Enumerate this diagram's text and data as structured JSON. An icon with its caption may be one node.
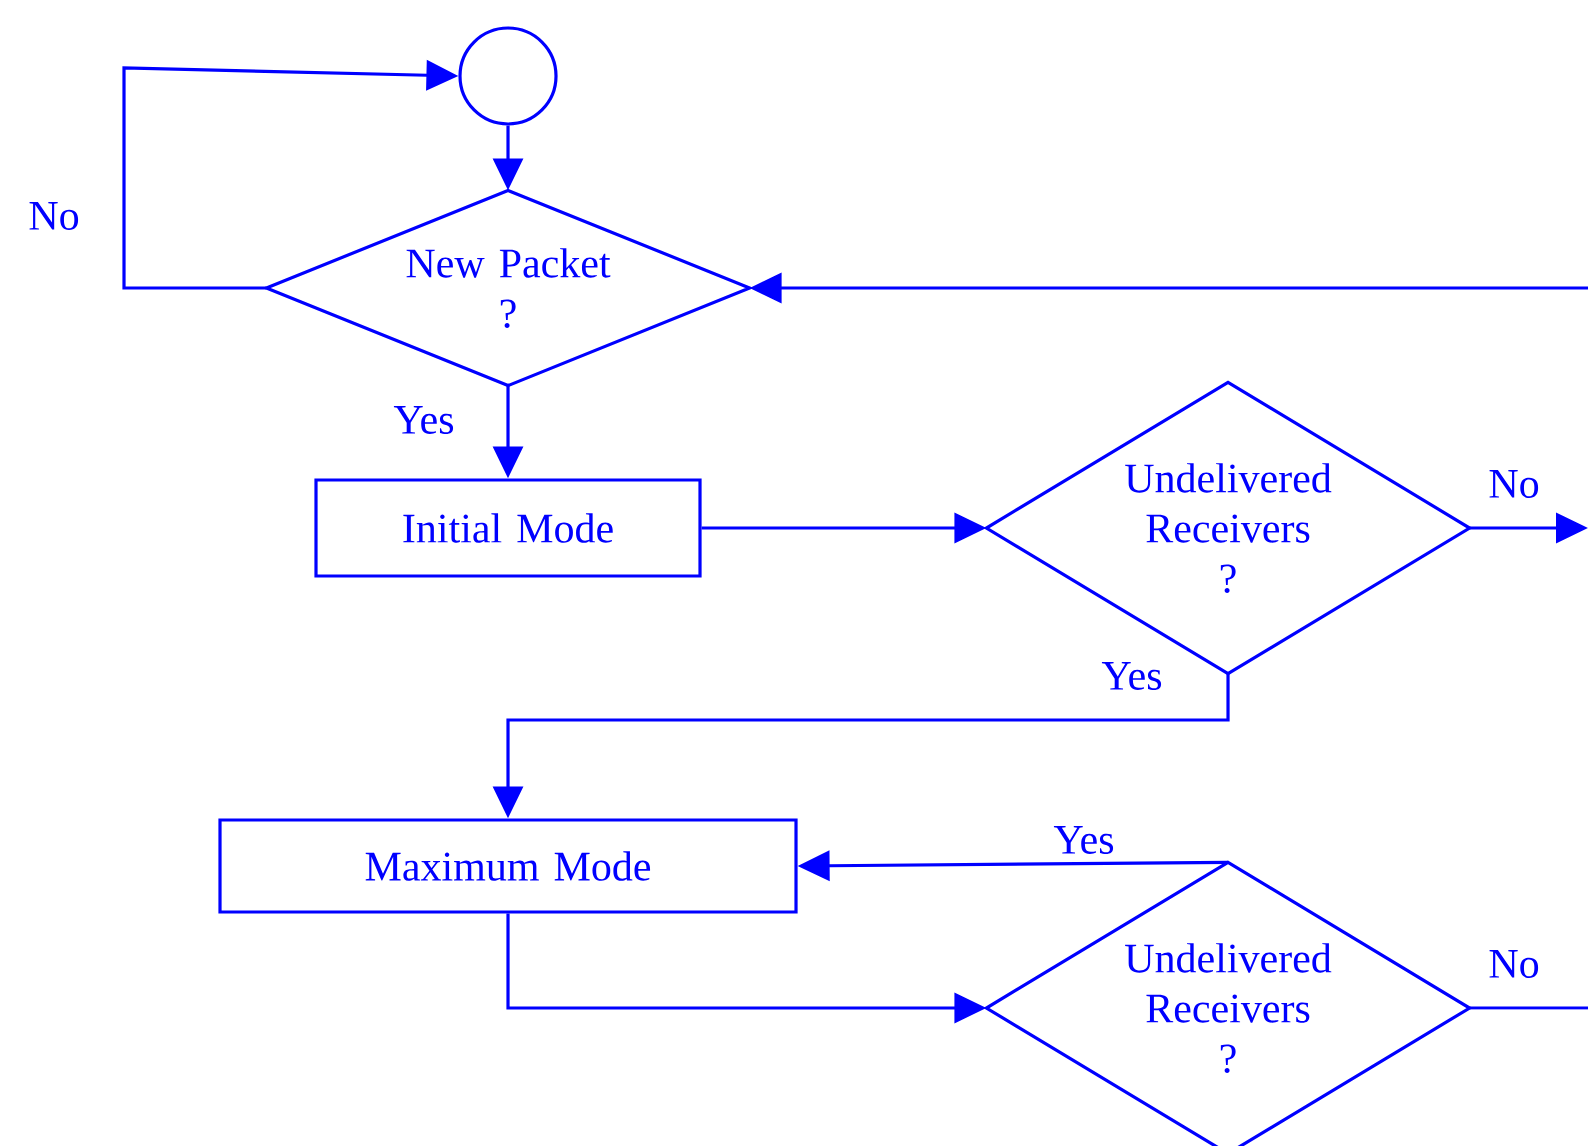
{
  "diagram": {
    "nodes": [
      {
        "text": [],
        "shape": "circle"
      },
      {
        "text": [
          "New Packet",
          "?"
        ]
      },
      {
        "text": [
          "Initial Mode"
        ]
      },
      {
        "text": [
          "Undelivered Receivers",
          "?"
        ]
      },
      {
        "text": [
          "Maximum Mode"
        ]
      },
      {
        "text": [
          "Undelivered Receivers",
          "?"
        ]
      }
    ],
    "edges": [
      {
        "from": 1,
        "to": 0,
        "arrow": "to",
        "label": "No"
      },
      {
        "from": 0,
        "to": 1,
        "arrow": "to"
      },
      {
        "from": 1,
        "to": 2,
        "arrow": "to",
        "label": "Yes"
      },
      {
        "from": 2,
        "to": 3,
        "arrow": "to"
      },
      {
        "from": 3,
        "to": null,
        "arrow": "to",
        "label": "No"
      },
      {
        "from": 3,
        "to": 4,
        "arrow": "to",
        "label": "Yes"
      },
      {
        "from": 5,
        "to": 4,
        "arrow": "to",
        "label": "Yes"
      },
      {
        "from": 4,
        "to": 5,
        "arrow": "to"
      },
      {
        "from": 5,
        "to": null,
        "arrow": "none",
        "label": "No"
      },
      {
        "from": null,
        "to": 1,
        "arrow": "to"
      }
    ]
  }
}
